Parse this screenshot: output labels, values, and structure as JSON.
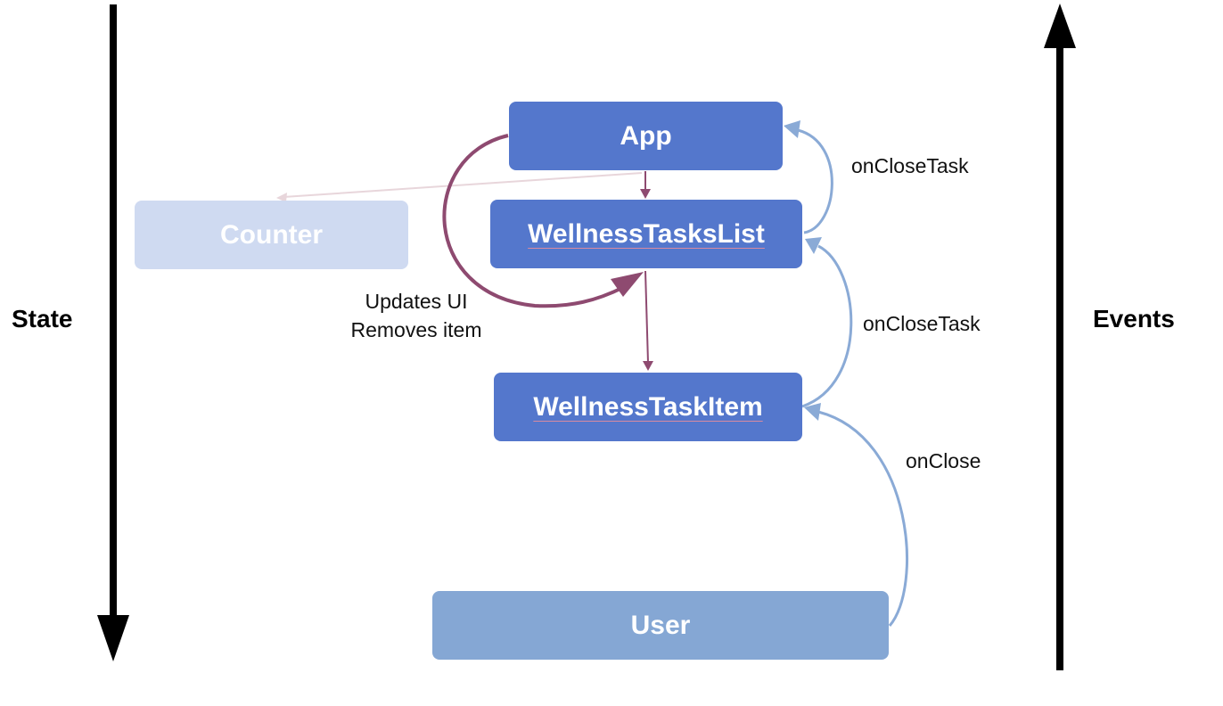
{
  "axes": {
    "left_label": "State",
    "right_label": "Events"
  },
  "nodes": {
    "app": "App",
    "counter": "Counter",
    "wellness_tasks_list": "WellnessTasksList",
    "wellness_task_item": "WellnessTaskItem",
    "user": "User"
  },
  "edges": {
    "on_close_task_top": "onCloseTask",
    "on_close_task_middle": "onCloseTask",
    "on_close": "onClose",
    "updates_line1": "Updates UI",
    "updates_line2": "Removes item"
  },
  "colors": {
    "node_primary": "#5477cc",
    "node_faded": "#cfdaf1",
    "node_user": "#85a7d4",
    "state_flow": "#8e4a70",
    "state_flow_faded": "#e8d6db",
    "event_flow": "#8aaad6",
    "axis": "#000000"
  }
}
